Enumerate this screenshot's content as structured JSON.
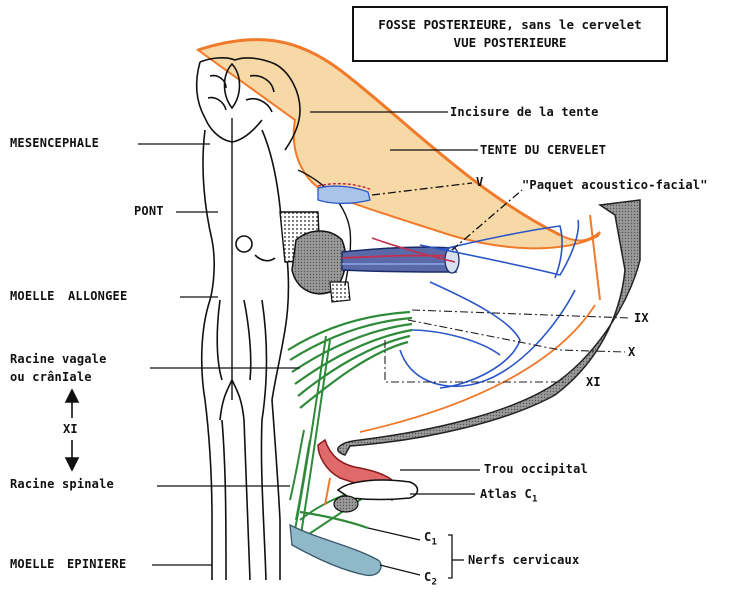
{
  "title": {
    "line1": "FOSSE POSTERIEURE, sans le cervelet",
    "line2": "VUE POSTERIEURE"
  },
  "left_labels": {
    "mesencephale": "MESENCEPHALE",
    "pont": "PONT",
    "moelle_allongee": "MOELLE ALLONGEE",
    "racine_vagale_1": "Racine vagale",
    "racine_vagale_2": "ou crânIale",
    "xi": "XI",
    "racine_spinale": "Racine spinale",
    "moelle_epiniere": "MOELLE EPINIERE"
  },
  "right_labels": {
    "incisure": "Incisure de la tente",
    "tente": "TENTE DU CERVELET",
    "v": "V",
    "paquet": "\"Paquet acoustico-facial\"",
    "ix": "IX",
    "x": "X",
    "xi": "XI",
    "trou_occipital": "Trou occipital",
    "atlas": "Atlas C",
    "atlas_sub": "1",
    "c1": "C",
    "c1_sub": "1",
    "c2": "C",
    "c2_sub": "2",
    "nerfs_cervicaux": "Nerfs cervicaux"
  },
  "colors": {
    "tentorium_fill": "#f7d9a8",
    "tentorium_edge": "#f07a2a",
    "vagal_nerves": "#2f8a3a",
    "blue_nerves": "#2a56c8",
    "artery": "#e05a5a",
    "cervical_nerve": "#8fb8c8",
    "bone_grey": "#8a8a8a"
  }
}
